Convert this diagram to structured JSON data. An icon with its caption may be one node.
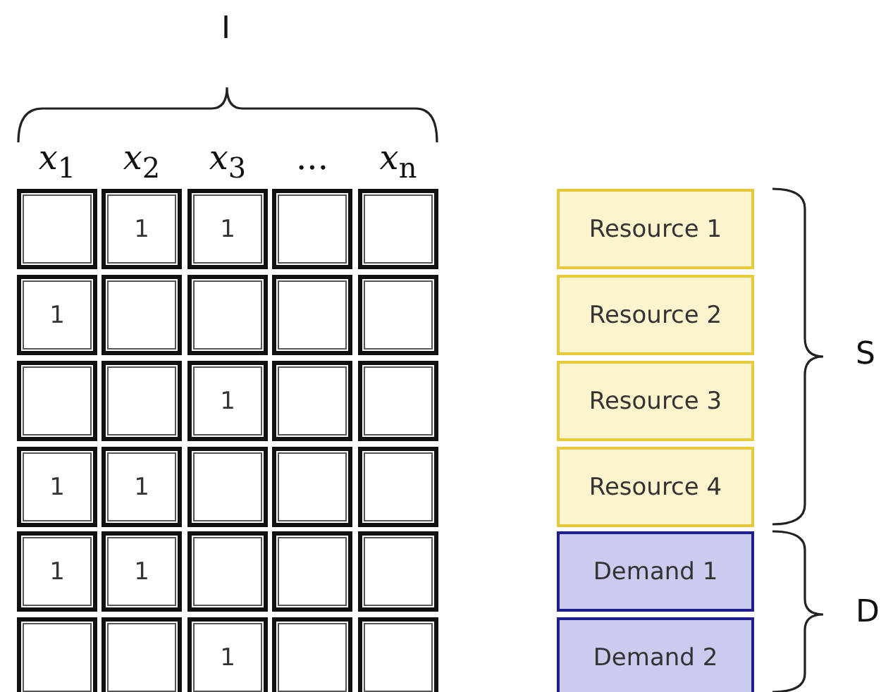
{
  "diagram": {
    "nodes": [
      {
        "text": [
          "Resource 1"
        ]
      },
      {
        "text": [
          "Resource 2"
        ]
      },
      {
        "text": [
          "Resource 3"
        ]
      },
      {
        "text": [
          "Resource 4"
        ]
      },
      {
        "text": [
          "Demand 1"
        ]
      },
      {
        "text": [
          "Demand 2"
        ]
      }
    ],
    "labels": [
      "I",
      "*x*$_{1}$",
      "*x*$_{2}$",
      "*x*$_{3}$",
      "...",
      "*x*$_{n}$",
      "1",
      "1",
      "1",
      "1",
      "1",
      "1",
      "1",
      "1",
      "1",
      "S",
      "D"
    ]
  }
}
